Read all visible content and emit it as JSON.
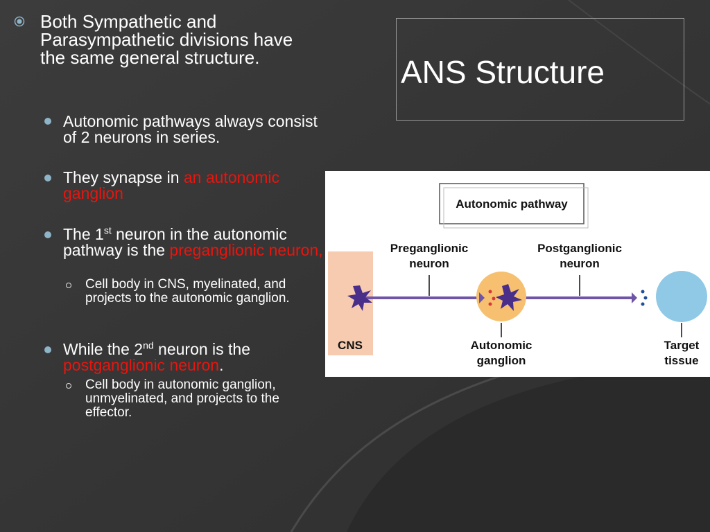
{
  "slide": {
    "title": "ANS Structure",
    "main_bullet": "Both Sympathetic and Parasympathetic divisions have the same general structure.",
    "items": [
      {
        "text": "Autonomic pathways always consist of 2 neurons in series."
      },
      {
        "text_before": "They synapse in ",
        "highlight": "an autonomic ganglion"
      },
      {
        "text_before": "The 1",
        "sup": "st",
        "text_after": " neuron in the autonomic pathway is the ",
        "highlight": "preganglionic neuron,",
        "sub": "Cell body in CNS, myelinated, and projects to the autonomic ganglion."
      },
      {
        "text_before": "While the 2",
        "sup": "nd",
        "text_after": " neuron is the ",
        "highlight": "postganglionic neuron",
        "text_end": ".",
        "sub": "Cell body in autonomic ganglion, unmyelinated, and projects to the effector."
      }
    ]
  },
  "diagram": {
    "header": "Autonomic pathway",
    "preganglionic_label": "Preganglionic neuron",
    "preganglionic_lines": [
      "Preganglionic",
      "neuron"
    ],
    "postganglionic_lines": [
      "Postganglionic",
      "neuron"
    ],
    "cns_label": "CNS",
    "ganglion_lines": [
      "Autonomic",
      "ganglion"
    ],
    "target_lines": [
      "Target",
      "tissue"
    ],
    "colors": {
      "axon": "#6e55a8",
      "soma": "#4a2f8a",
      "cns_fill": "#f7cbb0",
      "ganglion_fill": "#f6c070",
      "target_fill": "#8fc9e6",
      "vesicle_red": "#d8383a",
      "vesicle_blue": "#1f4f9a"
    }
  },
  "colors": {
    "background": "#353535",
    "highlight": "#e8150f",
    "bullet": "#8eb4c7"
  }
}
